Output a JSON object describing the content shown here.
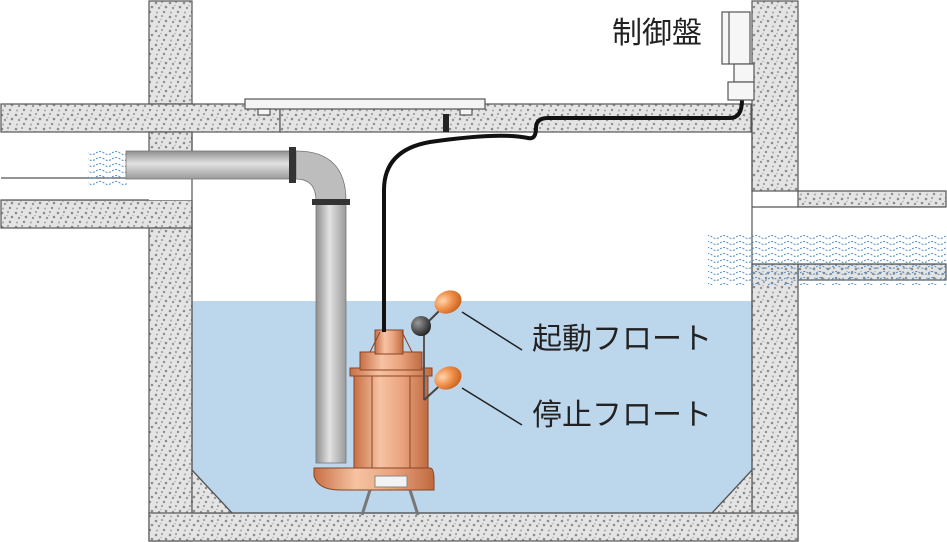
{
  "labels": {
    "control_panel": "制御盤",
    "start_float": "起動フロート",
    "stop_float": "停止フロート"
  },
  "colors": {
    "concrete": "#e3e3e3",
    "concrete_speckle": "#8f8f8f",
    "concrete_edge": "#555555",
    "water": "#bcd6ec",
    "pipe": "#b8b8b8",
    "pump_body": "#e9a07a",
    "float": "#ee8f4a",
    "cable": "#111111"
  }
}
